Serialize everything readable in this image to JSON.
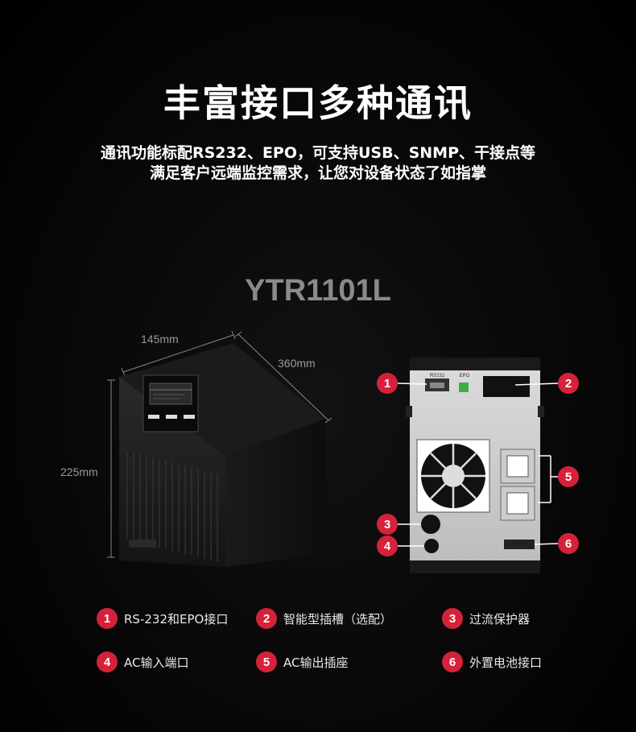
{
  "headline": "丰富接口多种通讯",
  "subtitle_line1": "通讯功能标配RS232、EPO，可支持USB、SNMP、干接点等",
  "subtitle_line2": "满足客户远端监控需求，让您对设备状态了如指掌",
  "model": "YTR1101L",
  "dimensions": {
    "width": "145mm",
    "depth": "360mm",
    "height": "225mm"
  },
  "panel_labels": {
    "rs232": "RS232",
    "epo": "EPO"
  },
  "callouts": [
    {
      "num": "1",
      "label": "RS-232和EPO接口"
    },
    {
      "num": "2",
      "label": "智能型插槽（选配）"
    },
    {
      "num": "3",
      "label": "过流保护器"
    },
    {
      "num": "4",
      "label": "AC输入端口"
    },
    {
      "num": "5",
      "label": "AC输出插座"
    },
    {
      "num": "6",
      "label": "外置电池接口"
    }
  ],
  "colors": {
    "accent": "#d6213a",
    "background": "#000000",
    "model_text": "#8a8a8a"
  }
}
